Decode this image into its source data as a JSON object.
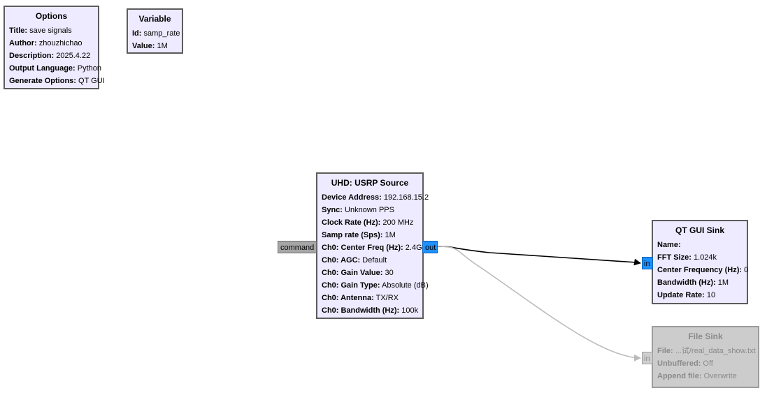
{
  "options_block": {
    "title": "Options",
    "params": [
      {
        "key": "Title:",
        "value": "save signals"
      },
      {
        "key": "Author:",
        "value": "zhouzhichao"
      },
      {
        "key": "Description:",
        "value": "2025.4.22"
      },
      {
        "key": "Output Language:",
        "value": "Python"
      },
      {
        "key": "Generate Options:",
        "value": "QT GUI"
      }
    ]
  },
  "variable_block": {
    "title": "Variable",
    "params": [
      {
        "key": "Id:",
        "value": "samp_rate"
      },
      {
        "key": "Value:",
        "value": "1M"
      }
    ]
  },
  "usrp_block": {
    "title": "UHD: USRP Source",
    "params": [
      {
        "key": "Device Address:",
        "value": "192.168.15.2"
      },
      {
        "key": "Sync:",
        "value": "Unknown PPS"
      },
      {
        "key": "Clock Rate (Hz):",
        "value": "200 MHz"
      },
      {
        "key": "Samp rate (Sps):",
        "value": "1M"
      },
      {
        "key": "Ch0: Center Freq (Hz):",
        "value": "2.4G"
      },
      {
        "key": "Ch0: AGC:",
        "value": "Default"
      },
      {
        "key": "Ch0: Gain Value:",
        "value": "30"
      },
      {
        "key": "Ch0: Gain Type:",
        "value": "Absolute (dB)"
      },
      {
        "key": "Ch0: Antenna:",
        "value": "TX/RX"
      },
      {
        "key": "Ch0: Bandwidth (Hz):",
        "value": "100k"
      }
    ],
    "command_port": "command",
    "out_port": "out"
  },
  "qt_sink_block": {
    "title": "QT GUI Sink",
    "params": [
      {
        "key": "Name:",
        "value": ""
      },
      {
        "key": "FFT Size:",
        "value": "1.024k"
      },
      {
        "key": "Center Frequency (Hz):",
        "value": "0"
      },
      {
        "key": "Bandwidth (Hz):",
        "value": "1M"
      },
      {
        "key": "Update Rate:",
        "value": "10"
      }
    ],
    "in_port": "in"
  },
  "file_sink_block": {
    "title": "File Sink",
    "params": [
      {
        "key": "File:",
        "value": "...试/real_data_show.txt"
      },
      {
        "key": "Unbuffered:",
        "value": "Off"
      },
      {
        "key": "Append file:",
        "value": "Overwrite"
      }
    ],
    "in_port": "in"
  },
  "colors": {
    "block_bg": "#eeeaff",
    "block_disabled_bg": "#cccccc",
    "stream_port": "#1e90ff",
    "msg_port": "#a6a6a6",
    "wire_enabled": "#000000",
    "wire_disabled": "#bbbbbb"
  }
}
